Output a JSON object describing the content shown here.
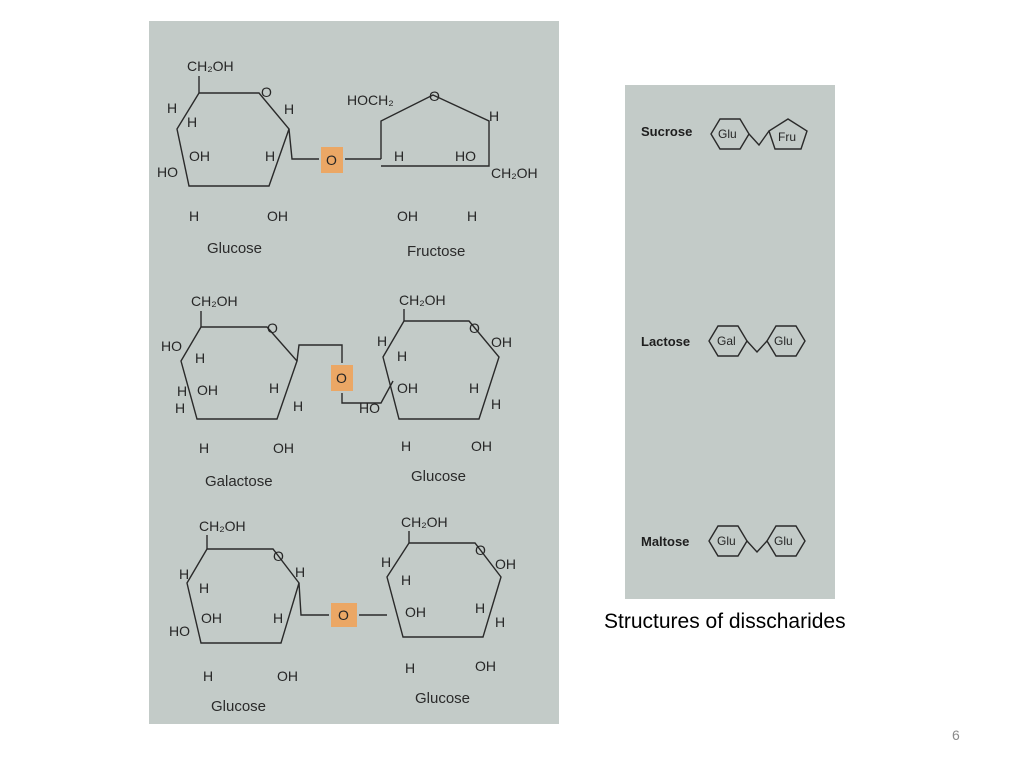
{
  "left_figure": {
    "row1": {
      "left_sugar": "Glucose",
      "right_sugar": "Fructose",
      "left_ch2oh": "CH₂OH",
      "right_ch2oh_top": "HOCH₂",
      "right_ch2oh_bottom": "CH₂OH",
      "o": "O",
      "h": "H",
      "oh": "OH",
      "ho": "HO"
    },
    "row2": {
      "left_sugar": "Galactose",
      "right_sugar": "Glucose",
      "left_ch2oh": "CH₂OH",
      "right_ch2oh": "CH₂OH",
      "o": "O",
      "h": "H",
      "oh": "OH",
      "ho": "HO"
    },
    "row3": {
      "left_sugar": "Glucose",
      "right_sugar": "Glucose",
      "left_ch2oh": "CH₂OH",
      "right_ch2oh": "CH₂OH",
      "o": "O",
      "h": "H",
      "oh": "OH",
      "ho": "HO"
    }
  },
  "right_figure": {
    "sucrose": {
      "label": "Sucrose",
      "unit1": "Glu",
      "unit2": "Fru"
    },
    "lactose": {
      "label": "Lactose",
      "unit1": "Gal",
      "unit2": "Glu"
    },
    "maltose": {
      "label": "Maltose",
      "unit1": "Glu",
      "unit2": "Glu"
    }
  },
  "caption": "Structures of disscharides",
  "page_number": "6",
  "colors": {
    "panel": "#c3cbc8",
    "highlight": "#f0a35a"
  }
}
